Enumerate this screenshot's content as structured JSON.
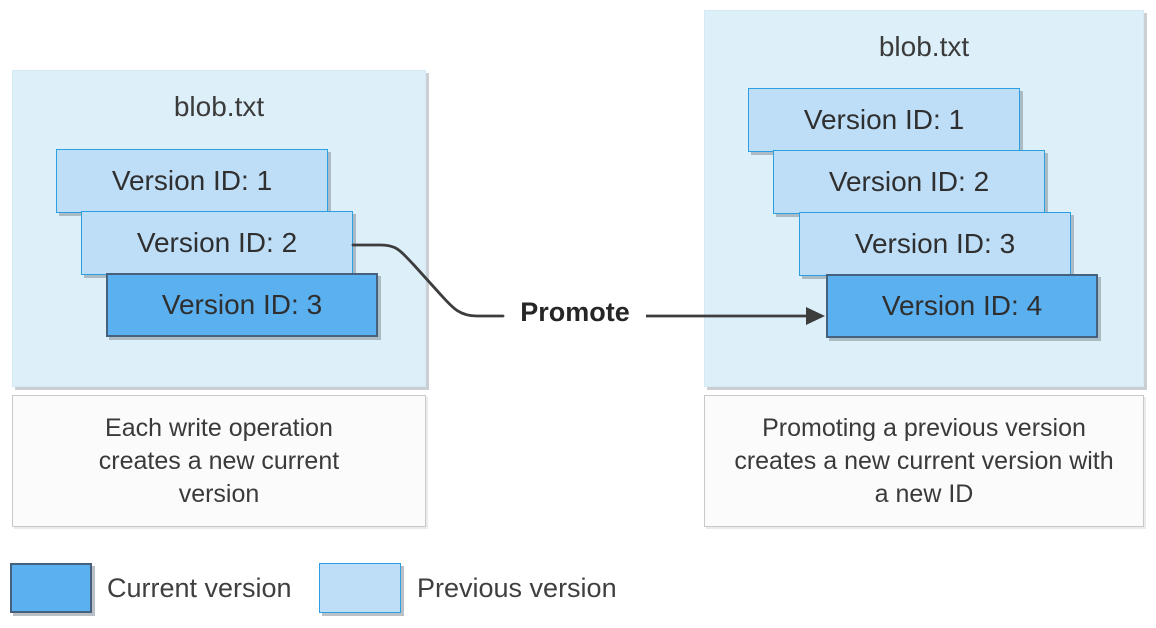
{
  "diagram": {
    "left_panel": {
      "title": "blob.txt",
      "versions": [
        "Version ID: 1",
        "Version ID: 2",
        "Version ID: 3"
      ],
      "current_version": "Version ID: 3",
      "caption": "Each write operation creates a new current version"
    },
    "right_panel": {
      "title": "blob.txt",
      "versions": [
        "Version ID: 1",
        "Version ID: 2",
        "Version ID: 3",
        "Version ID: 4"
      ],
      "current_version": "Version ID: 4",
      "caption": "Promoting a previous version creates a new current version with a new ID"
    },
    "promote_label": "Promote",
    "legend": {
      "current_label": "Current version",
      "previous_label": "Previous version"
    },
    "colors": {
      "panel_background": "#ddf0fa",
      "previous_version_fill": "#bedef8",
      "previous_version_border": "#2b9fe0",
      "current_version_fill": "#5bb0f0",
      "current_version_border": "#45617e",
      "connector_line": "#3d3d3d",
      "caption_background": "#fbfbfb"
    }
  }
}
